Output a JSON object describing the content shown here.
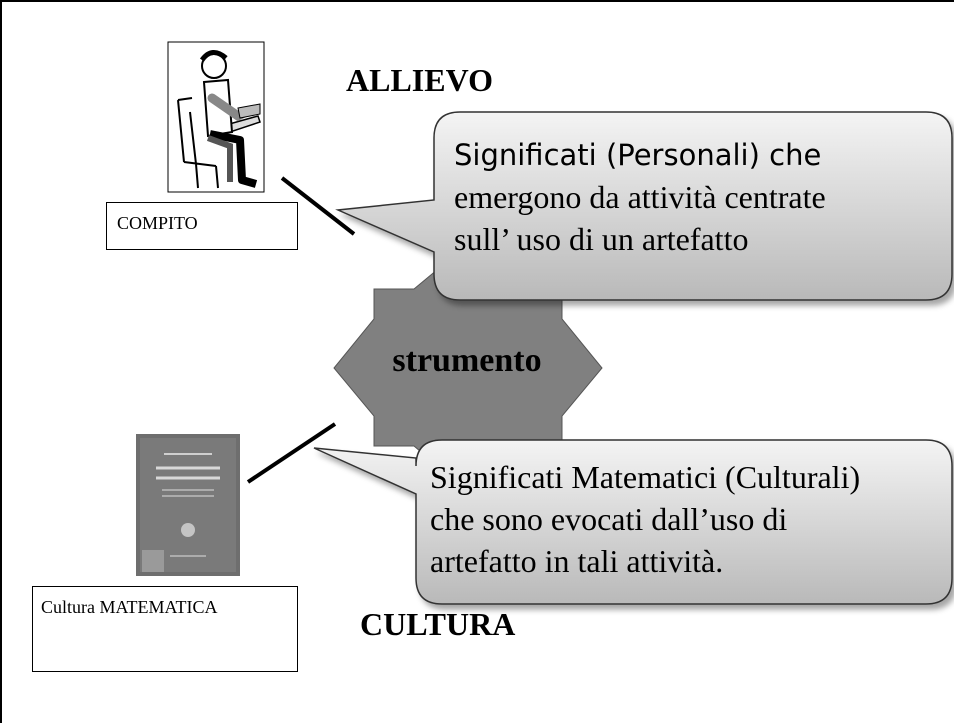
{
  "headings": {
    "student": "ALLIEVO",
    "culture": "CULTURA"
  },
  "labels": {
    "task": "COMPITO",
    "math_culture": "Cultura MATEMATICA"
  },
  "callouts": {
    "personal": [
      "Significati (Personali) che",
      "emergono da attività centrate",
      "sull’ uso di un artefatto"
    ],
    "mathematical": [
      "Significati Matematici (Culturali)",
      "che sono evocati dall’uso di",
      "artefatto in tali attività."
    ]
  },
  "center": {
    "label": "strumento"
  },
  "images": {
    "student": "student-reading-illustration",
    "book": "math-formulary-book-photo"
  },
  "colors": {
    "callout_top": "#f4f4f4",
    "callout_bottom": "#b9b9b9",
    "star_fill": "#808080"
  }
}
